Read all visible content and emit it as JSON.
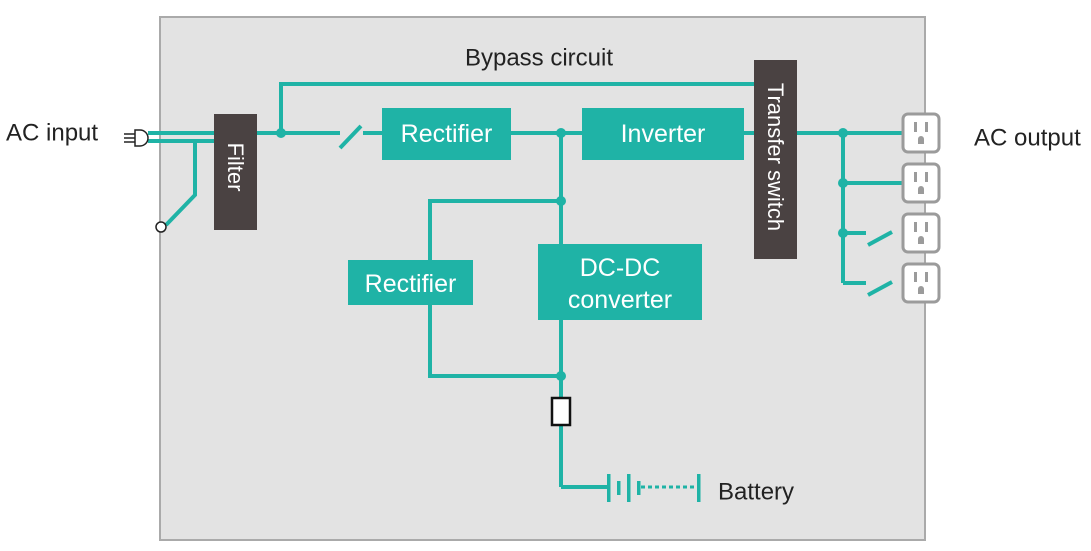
{
  "labels": {
    "bypass": "Bypass circuit",
    "ac_input": "AC input",
    "ac_output": "AC output",
    "battery": "Battery"
  },
  "blocks": {
    "filter": "Filter",
    "rectifier_top": "Rectifier",
    "inverter": "Inverter",
    "transfer_switch": "Transfer switch",
    "rectifier_left": "Rectifier",
    "dcdc_line1": "DC-DC",
    "dcdc_line2": "converter"
  },
  "colors": {
    "panel": "#e3e3e3",
    "panel_border": "#aaaaaa",
    "wire": "#1fb3a6",
    "block": "#1fb3a6",
    "dark_block": "#4a4242",
    "outlet": "#9b9b9b",
    "text": "#222222"
  },
  "icons": {
    "plug": "plug-icon",
    "outlet": "outlet-icon",
    "fuse": "fuse-icon",
    "battery": "battery-icon",
    "switch": "switch-icon"
  }
}
